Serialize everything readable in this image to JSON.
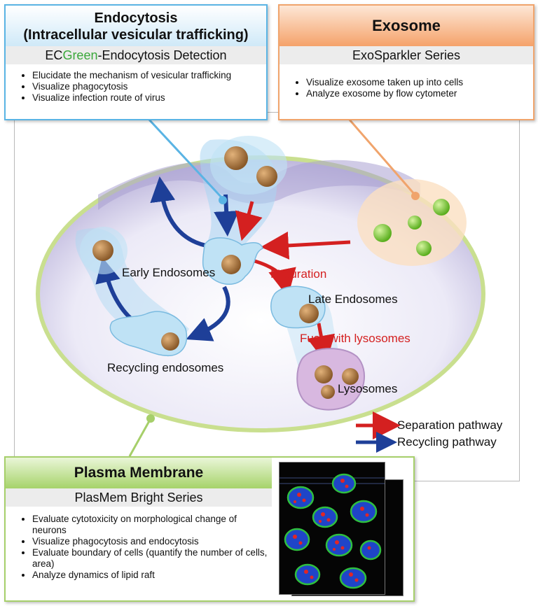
{
  "endocytosis": {
    "title_line1": "Endocytosis",
    "title_line2": "(Intracellular vesicular trafficking)",
    "product_prefix": "EC",
    "product_green": "Green",
    "product_suffix": "-Endocytosis Detection",
    "bullets": [
      "Elucidate the mechanism of vesicular trafficking",
      "Visualize phagocytosis",
      "Visualize infection route of virus"
    ]
  },
  "exosome": {
    "title": "Exosome",
    "product": "ExoSparkler Series",
    "bullets": [
      "Visualize exosome taken up into cells",
      "Analyze exosome by flow cytometer"
    ]
  },
  "plasma_membrane": {
    "title": "Plasma Membrane",
    "product": "PlasMem Bright Series",
    "bullets": [
      "Evaluate cytotoxicity on morphological change of neurons",
      "Visualize phagocytosis and endocytosis",
      "Evaluate boundary of cells (quantify the number of cells, area)",
      "Analyze dynamics of lipid raft"
    ]
  },
  "cell_labels": {
    "early_endosomes": "Early Endosomes",
    "late_endosomes": "Late Endosomes",
    "recycling_endosomes": "Recycling endosomes",
    "lysosomes": "Lysosomes",
    "maturation": "Maturation",
    "fuse": "Fuse with lysosomes"
  },
  "legend": {
    "separation": "Separation pathway",
    "recycling": "Recycling pathway"
  },
  "colors": {
    "red_arrow": "#d42020",
    "blue_arrow": "#1e3f98",
    "endo_border": "#5ab4e4",
    "exo_border": "#f0a46c",
    "pm_border": "#a6cf6a",
    "ecgreen": "#3aa83a"
  }
}
